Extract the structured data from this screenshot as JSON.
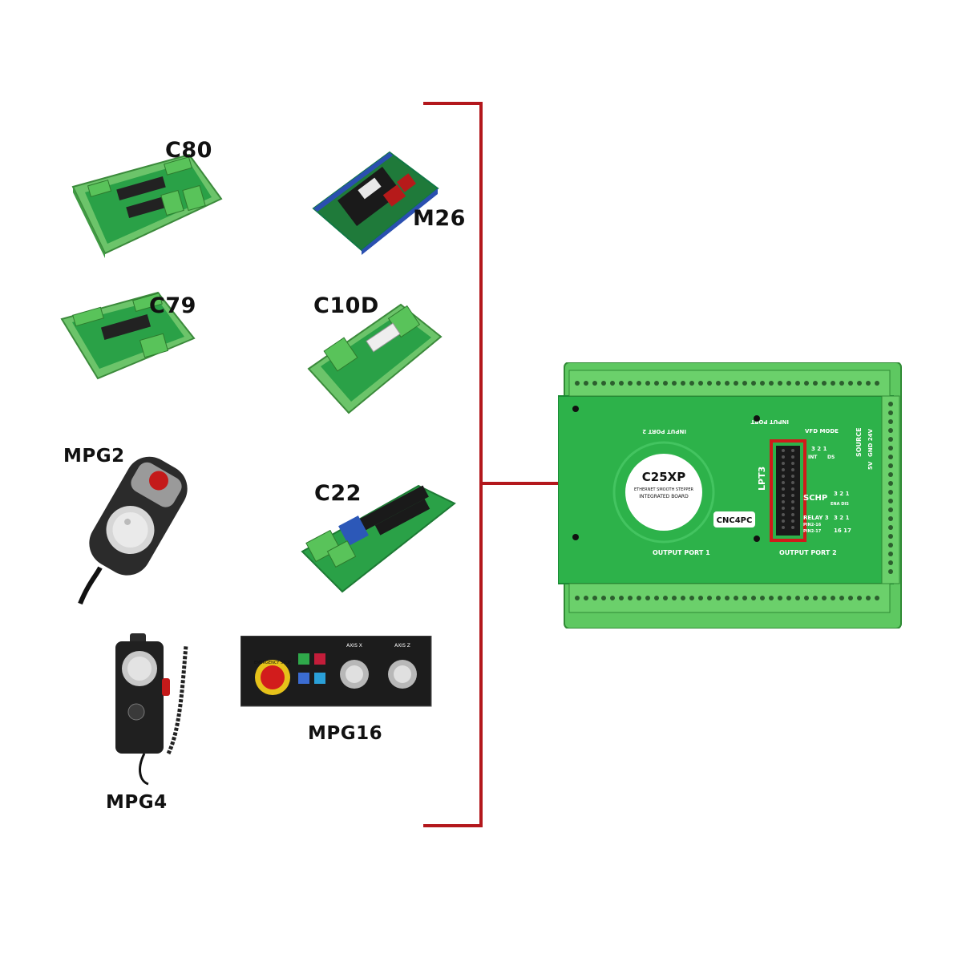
{
  "accessory_boards": [
    {
      "id": "c80",
      "label": "C80"
    },
    {
      "id": "m26",
      "label": "M26"
    },
    {
      "id": "c79",
      "label": "C79"
    },
    {
      "id": "c10d",
      "label": "C10D"
    },
    {
      "id": "c22",
      "label": "C22"
    }
  ],
  "pendants": [
    {
      "id": "mpg2",
      "label": "MPG2"
    },
    {
      "id": "mpg4",
      "label": "MPG4"
    },
    {
      "id": "mpg16",
      "label": "MPG16"
    }
  ],
  "mpg16_panel": {
    "estop_text": "EMERGENCY STOP",
    "knob1_label": "AXIS X",
    "knob2_label": "AXIS Z"
  },
  "main_board": {
    "model": "C25XP",
    "subtitle_1": "ETHERNET SMOOTH STEPPER",
    "subtitle_2": "INTEGRATED BOARD",
    "brand": "CNC4PC",
    "input_port_2": "INPUT PORT 2",
    "input_port": "INPUT PORT",
    "output_port_1": "OUTPUT PORT 1",
    "output_port_2": "OUTPUT PORT 2",
    "vfd_mode": "VFD MODE",
    "vfd_pins": "3 2 1",
    "int_label": "INT",
    "ds_label": "DS",
    "lpt3": "LPT3",
    "schp": "SCHP",
    "schp_pins": "3 2 1",
    "ena_dis": "ENA DIS",
    "relay3": "RELAY 3",
    "relay_pins": "3 2 1",
    "pin_16": "PIN2-16",
    "pin_17": "PIN2-17",
    "pin_nums": "16  17",
    "source": "SOURCE",
    "gnd_24v": "GND 24V",
    "v5": "5V"
  },
  "colors": {
    "bracket": "#b3171c",
    "pcb_green": "#2db24a",
    "terminal_green": "#5ec861",
    "header_black": "#1a1a1a",
    "highlight_red": "#d11a1a"
  }
}
